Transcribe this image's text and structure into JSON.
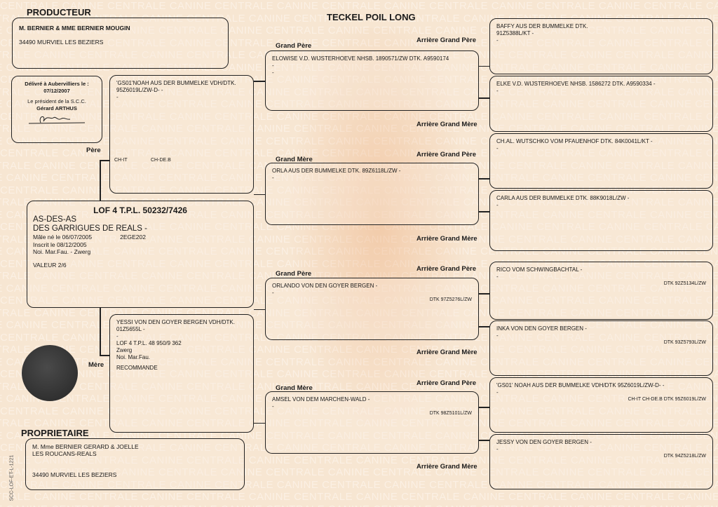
{
  "watermark": "CENTRALE CANINE",
  "title": "TECKEL POIL LONG",
  "side_code": "SCC-LOF-ET-L-1221",
  "producteur": {
    "label": "PRODUCTEUR",
    "name": "M. BERNIER & MME BERNIER MOUGIN",
    "address": "34490 MURVIEL LES BEZIERS"
  },
  "delivery": {
    "line1": "Délivré à Aubervilliers le :",
    "date": "07/12/2007",
    "line2": "Le président de la S.C.C.",
    "president": "Gérard ARTHUS"
  },
  "subject": {
    "lof": "LOF  4 T.P.L. 50232/7426",
    "name1": "AS-DES-AS",
    "name2": "DES GARRIGUES DE REALS -",
    "birth": "Mâle  né le  06/07/2005",
    "tattoo": "2EGE202",
    "inscrit": "Inscrit le 08/12/2005",
    "color": "Noi. Mar.Fau. - Zwerg",
    "valeur": "VALEUR 2/6"
  },
  "pere": {
    "label": "Père",
    "l1": "'GS01'NOAH AUS DER BUMMELKE VDH/DTK.",
    "l2": "95Z6019L/ZW-D-  -",
    "l3": "-",
    "t1": "CH-IT",
    "t2": "CH-DE.B"
  },
  "mere": {
    "label": "Mère",
    "l1": "YESSI VON DEN GOYER BERGEN VDH/DTK.",
    "l2": "01Z5655L  -",
    "l3": "-",
    "l4": "LOF 4 T.P.L. 48 950/9 362",
    "l5": "Zwerg",
    "l6": "Noi. Mar.Fau.",
    "l7": "RECOMMANDE"
  },
  "labels": {
    "gp": "Grand Père",
    "gm": "Grand Mère",
    "agp": "Arrière Grand Père",
    "agm": "Arrière Grand Mère"
  },
  "grandparents": [
    {
      "l1": "ELOWISE V.D. WIJSTERHOEVE NHSB. 1890571/ZW DTK. A9590174",
      "l2": "-",
      "l3": "-",
      "reg": ""
    },
    {
      "l1": "ORLA AUS DER BUMMELKE  DTK. 89Z6118L/ZW  -",
      "l2": "-",
      "l3": "",
      "reg": ""
    },
    {
      "l1": "ORLANDO VON DEN GOYER BERGEN  -",
      "l2": "-",
      "l3": "",
      "reg": "DTK   97Z5276L/ZW"
    },
    {
      "l1": "AMSEL VON DEM MARCHEN-WALD  -",
      "l2": "-",
      "l3": "",
      "reg": "DTK   98Z5101L/ZW"
    }
  ],
  "great_grandparents": [
    {
      "l1": "BAFFY AUS DER BUMMELKE  DTK.",
      "l2": "91Z5388L/KT  -",
      "l3": "-",
      "reg": ""
    },
    {
      "l1": "ELKE V.D. WIJSTERHOEVE NHSB. 1586272 DTK. A9590334  -",
      "l2": "-",
      "l3": "",
      "reg": ""
    },
    {
      "l1": "CH.AL. WUTSCHKO VOM PFAUENHOF  DTK. 84K0041L/KT  -",
      "l2": "-",
      "l3": "",
      "reg": ""
    },
    {
      "l1": "CARLA AUS DER BUMMELKE  DTK. 88K9018L/ZW  -",
      "l2": "-",
      "l3": "",
      "reg": ""
    },
    {
      "l1": "RICO VOM SCHWINGBACHTAL  -",
      "l2": "-",
      "l3": "",
      "reg": "DTK   92Z5134L/ZW"
    },
    {
      "l1": "INKA VON DEN GOYER BERGEN  -",
      "l2": "-",
      "l3": "",
      "reg": "DTK   93Z5793L/ZW"
    },
    {
      "l1": "'GS01' NOAH AUS DER BUMMELKE VDH/DTK 95Z6019L/ZW-D-  -",
      "l2": "-",
      "l3": "",
      "reg": "CH-IT          CH-DE.B     DTK   95Z6019L/ZW"
    },
    {
      "l1": "JESSY VON DEN GOYER BERGEN  -",
      "l2": "-",
      "l3": "",
      "reg": "DTK   94Z5218L/ZW"
    }
  ],
  "proprietaire": {
    "label": "PROPRIETAIRE",
    "l1": "M. Mme BERNIER GERARD & JOELLE",
    "l2": "LES ROUCANS-REALS",
    "address": "34490 MURVIEL LES BEZIERS"
  }
}
